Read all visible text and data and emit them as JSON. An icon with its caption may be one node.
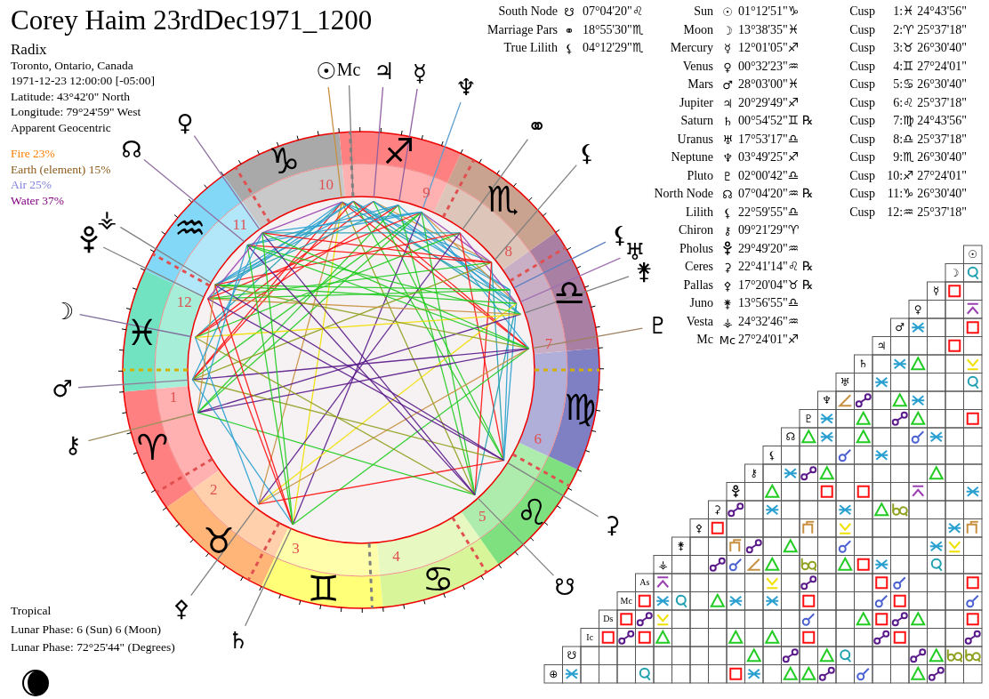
{
  "diagram": {
    "title": "Corey Haim 23rdDec1971_1200",
    "labels": [
      "Radix",
      "Toronto, Ontario, Canada",
      "1971-12-23 12:00:00 [-05:00]",
      "Latitude: 43°42'0\" North",
      "Longitude: 79°24'59\" West",
      "Apparent Geocentric",
      "Fire 23%",
      "Earth (element) 15%",
      "Air 25%",
      "Water 37%",
      "South Node",
      "☋",
      "07°04'20\"♌",
      "Marriage Pars",
      "⚭",
      "18°55'30\"♏",
      "True Lilith",
      "⚸",
      "04°12'29\"♏",
      "Sun",
      "☉",
      "01°12'51\"♑",
      "Moon",
      "☽",
      "13°38'35\"♓",
      "Mercury",
      "☿",
      "12°01'05\"♐",
      "Venus",
      "♀",
      "00°32'23\"♒",
      "Mars",
      "♂",
      "28°03'00\"♓",
      "Jupiter",
      "♃",
      "20°29'49\"♐",
      "Saturn",
      "♄",
      "00°54'52\"♊ ℞",
      "Uranus",
      "♅",
      "17°53'17\"♎",
      "Neptune",
      "♆",
      "03°49'25\"♐",
      "Pluto",
      "♇",
      "02°00'42\"♎",
      "North Node",
      "☊",
      "07°04'20\"♒ ℞",
      "Lilith",
      "⚸",
      "22°59'55\"♎",
      "Chiron",
      "⚷",
      "09°21'29\"♈",
      "Pholus",
      "29°49'20\"♒",
      "Ceres",
      "⚳",
      "22°41'14\"♌ ℞",
      "Pallas",
      "⚴",
      "17°20'04\"♉ ℞",
      "Juno",
      "⚵",
      "13°56'55\"♎",
      "Vesta",
      "⚶",
      "24°32'46\"♒",
      "Mc",
      "Mc",
      "27°24'01\"♐",
      "Cusp",
      "1:♓ 24°43'56\"",
      "Cusp",
      "2:♈ 25°37'18\"",
      "Cusp",
      "3:♉ 26°30'40\"",
      "Cusp",
      "4:♊ 27°24'01\"",
      "Cusp",
      "5:♋ 26°30'40\"",
      "Cusp",
      "6:♌ 25°37'18\"",
      "Cusp",
      "7:♍ 24°43'56\"",
      "Cusp",
      "8:♎ 25°37'18\"",
      "Cusp",
      "9:♏ 26°30'40\"",
      "Cusp",
      "10:♐ 27°24'01\"",
      "Cusp",
      "11:♑ 26°30'40\"",
      "Cusp",
      "12:♒ 25°37'18\"",
      "♑",
      "♐",
      "♏",
      "♒",
      "♎",
      "♓",
      "♍",
      "♈",
      "♌",
      "♉",
      "♊",
      "♋",
      "1",
      "2",
      "3",
      "4",
      "5",
      "6",
      "7",
      "8",
      "9",
      "10",
      "11",
      "12",
      "☉",
      "Mc",
      "♃",
      "☿",
      "♆",
      "⚭",
      "⚸",
      "⚸",
      "♅",
      "⚵",
      "♇",
      "⚳",
      "☋",
      "♄",
      "⚴",
      "⚷",
      "♂",
      "☽",
      "⚶",
      "☊",
      "♀",
      "☉",
      "☽",
      "☿",
      "♀",
      "♂",
      "♃",
      "♄",
      "♅",
      "♆",
      "♇",
      "☊",
      "⚸",
      "⚷",
      "⚳",
      "⚴",
      "⚵",
      "⚶",
      "As",
      "Mc",
      "Ds",
      "Ic",
      "☋",
      "⊕",
      "Tropical",
      "Lunar Phase: 6 (Sun) 6 (Moon)",
      "Lunar Phase: 72°25'44\" (Degrees)"
    ]
  }
}
